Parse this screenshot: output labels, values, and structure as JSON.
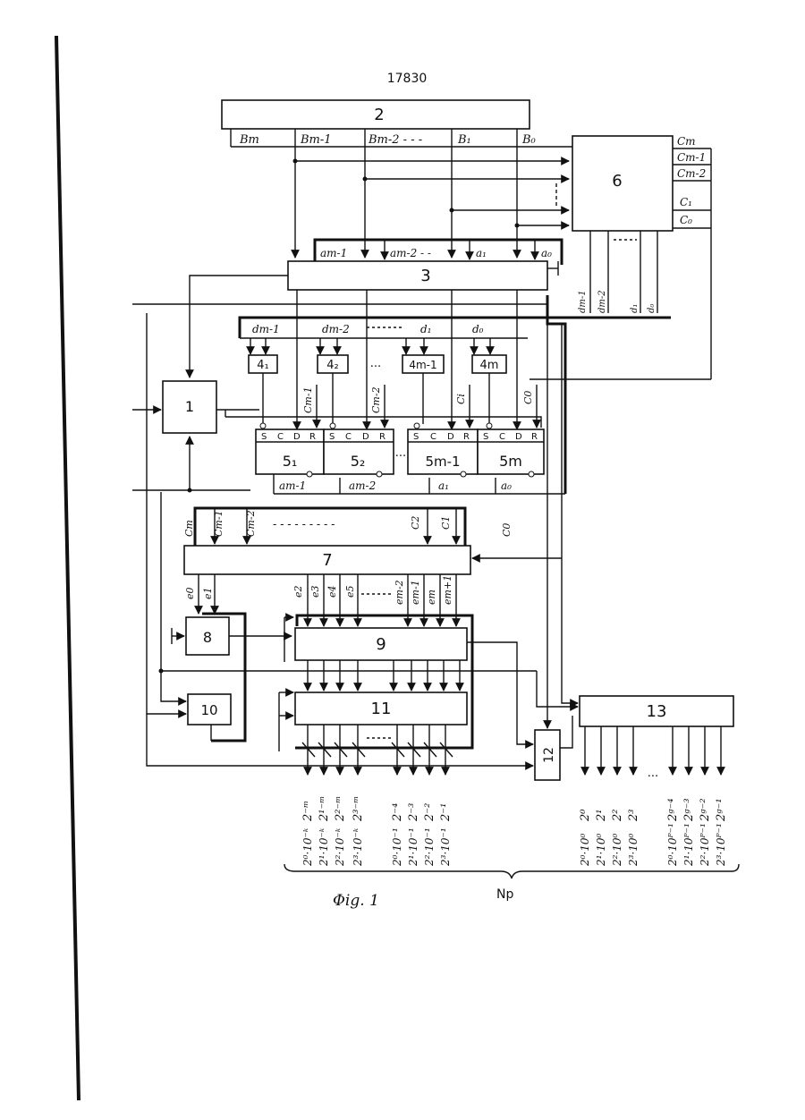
{
  "page_number": "17830",
  "figure_caption": "Φig. 1",
  "output_label": "Np",
  "blocks": {
    "b1": "1",
    "b2": "2",
    "b3": "3",
    "b6": "6",
    "b7": "7",
    "b8": "8",
    "b9": "9",
    "b10": "10",
    "b11": "11",
    "b12": "12",
    "b13": "13",
    "b4_1": "4₁",
    "b4_2": "4₂",
    "b4_m1": "4m-1",
    "b4_m": "4m",
    "b5_1": "5₁",
    "b5_2": "5₂",
    "b5_m1": "5m-1",
    "b5_m": "5m"
  },
  "signals": {
    "b_m": "Bm",
    "b_m1": "Bm-1",
    "b_m2": "Bm-2 - - -",
    "b_1": "B₁",
    "b_0": "B₀",
    "c_m": "Cm",
    "c_m1": "Cm-1",
    "c_m2": "Cm-2",
    "c_1": "C₁",
    "c_0": "C₀",
    "a_m1": "am-1",
    "a_m2": "am-2 - -",
    "a_1": "a₁",
    "a_0": "a₀",
    "d_m1": "dm-1",
    "d_m2": "dm-2",
    "d_1": "d₁",
    "d_0": "d₀",
    "d6_m1": "dm-1",
    "d6_m2": "dm-2",
    "d6_1": "d₁",
    "d6_0": "d₀",
    "c5_m1": "Cm-1",
    "c5_m2": "Cm-2",
    "c5_i": "Ci",
    "c5_0": "C0",
    "a5_m1": "am-1",
    "a5_m2": "am-2",
    "a5_1": "a₁",
    "a5_0": "a₀",
    "c7_m": "Cm",
    "c7_m1": "Cm-1",
    "c7_m2": "Cm-2",
    "c7_2": "C2",
    "c7_1": "C1",
    "c7_0": "C0",
    "e_0": "e0",
    "e_1": "e1",
    "e_2": "e2",
    "e_3": "e3",
    "e_4": "e4",
    "e_5": "e5",
    "e_m2": "em-2",
    "e_m1": "em-1",
    "e_m": "em",
    "e_m_plus1": "em+1",
    "ff_ports": [
      "S",
      "C",
      "D",
      "R"
    ],
    "ellipsis": "...",
    "dashes": "- - - - - - - - -"
  },
  "outputs_left_row1": [
    "2⁻ᵐ",
    "2¹⁻ᵐ",
    "2²⁻ᵐ",
    "2³⁻ᵐ",
    "2⁻⁴",
    "2⁻³",
    "2⁻²",
    "2⁻¹"
  ],
  "outputs_left_row2": [
    "2⁰·10⁻ᵏ",
    "2¹·10⁻ᵏ",
    "2²·10⁻ᵏ",
    "2³·10⁻ᵏ",
    "2⁰·10⁻¹",
    "2¹·10⁻¹",
    "2²·10⁻¹",
    "2³·10⁻¹"
  ],
  "outputs_right_row1": [
    "2⁰",
    "2¹",
    "2²",
    "2³",
    "2ᵍ⁻⁴",
    "2ᵍ⁻³",
    "2ᵍ⁻²",
    "2ᵍ⁻¹"
  ],
  "outputs_right_row2": [
    "2⁰·10⁰",
    "2¹·10⁰",
    "2²·10⁰",
    "2³·10⁰",
    "2⁰·10ᴾ⁻¹",
    "2¹·10ᴾ⁻¹",
    "2²·10ᴾ⁻¹",
    "2³·10ᴾ⁻¹"
  ]
}
